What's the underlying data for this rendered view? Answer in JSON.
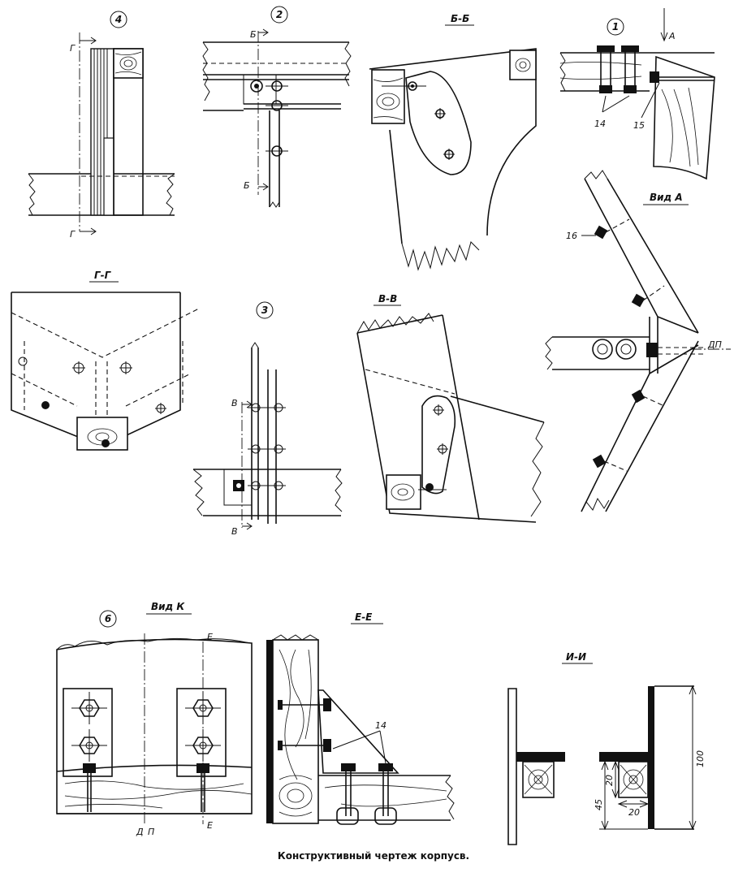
{
  "caption": "Конструктивный чертеж корпусв.",
  "views": {
    "v4": {
      "number": "4",
      "section": "Г"
    },
    "v2": {
      "number": "2",
      "section": "Б"
    },
    "bb": {
      "title": "Б-Б"
    },
    "v1": {
      "number": "1",
      "arrow": "А",
      "callout_a": "14",
      "callout_b": "15"
    },
    "vida": {
      "title": "Вид А",
      "callout": "16",
      "dp": "ДП"
    },
    "gg": {
      "title": "Г-Г"
    },
    "v3": {
      "number": "3",
      "section": "В"
    },
    "vv": {
      "title": "В-В"
    },
    "v6": {
      "number": "6",
      "title": "Вид К",
      "section": "Е",
      "dp_d": "Д",
      "dp_p": "П"
    },
    "ee": {
      "title": "Е-Е",
      "callout": "14"
    },
    "ii": {
      "title": "И-И",
      "dim_100": "100",
      "dim_45": "45",
      "dim_20a": "20",
      "dim_20b": "20"
    }
  }
}
